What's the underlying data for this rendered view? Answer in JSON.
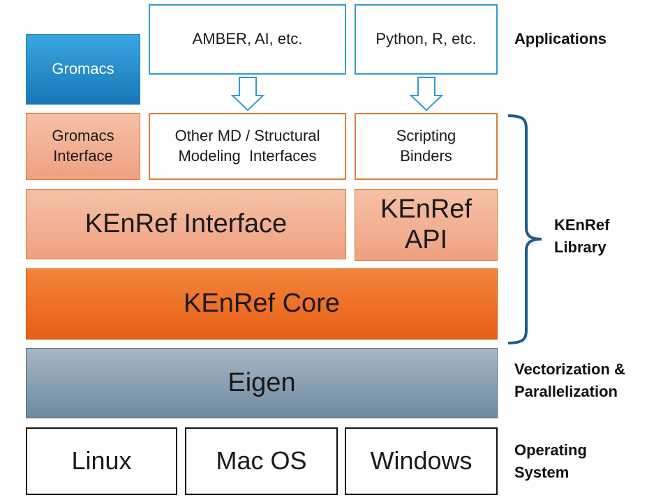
{
  "applications": {
    "gromacs": "Gromacs",
    "amber": "AMBER, AI, etc.",
    "python": "Python, R, etc."
  },
  "interfaces": {
    "gromacs_interface": [
      "Gromacs",
      "Interface"
    ],
    "other_md": [
      "Other MD / Structural",
      "Modeling  Interfaces"
    ],
    "scripting": [
      "Scripting",
      "Binders"
    ]
  },
  "kenref": {
    "interface": "KEnRef Interface",
    "api": [
      "KEnRef",
      "API"
    ],
    "core": "KEnRef Core"
  },
  "eigen": "Eigen",
  "os": [
    "Linux",
    "Mac OS",
    "Windows"
  ],
  "labels": {
    "applications": "Applications",
    "library": [
      "KEnRef",
      "Library"
    ],
    "vectorization": [
      "Vectorization &",
      "Parallelization"
    ],
    "operating_system": [
      "Operating",
      "System"
    ]
  },
  "colors": {
    "app_blue": "#2f9bd0",
    "interface_orange": "#e07b3c",
    "core_orange": "#e65f16",
    "eigen_slate": "#6f8aa0",
    "brace": "#1f5b87"
  }
}
